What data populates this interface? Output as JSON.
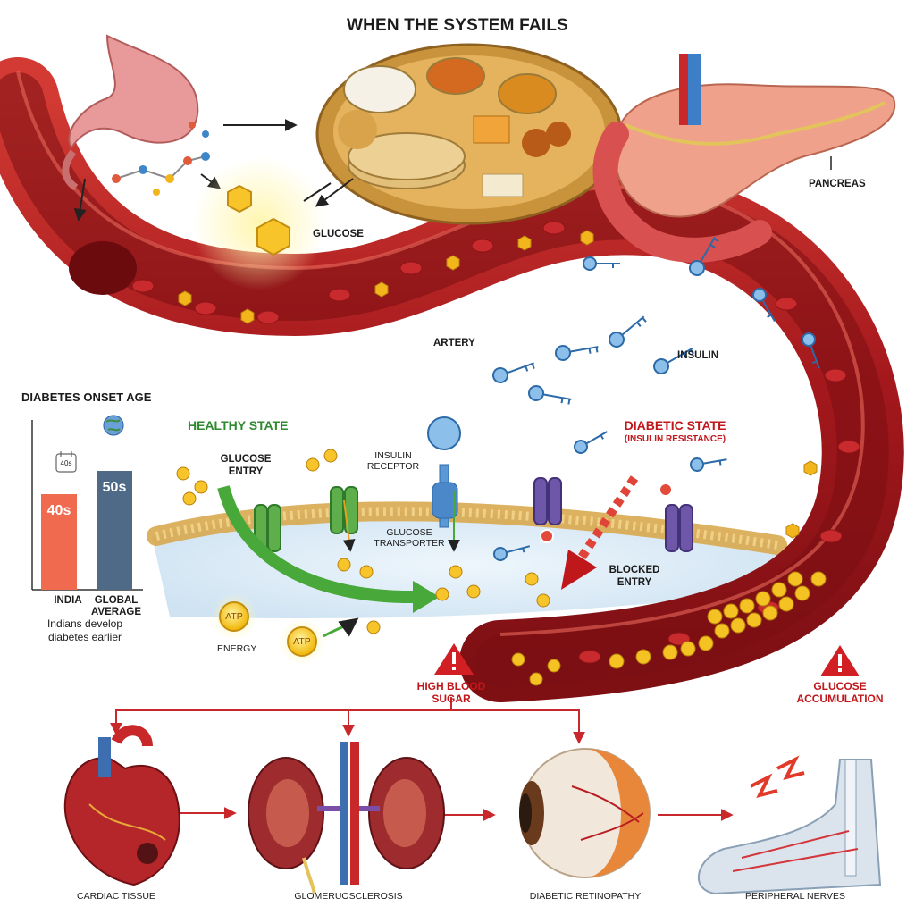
{
  "title": "WHEN THE SYSTEM FAILS",
  "labels": {
    "glucose": "GLUCOSE",
    "pancreas": "PANCREAS",
    "artery": "ARTERY",
    "insulin": "INSULIN",
    "healthy_state": "HEALTHY STATE",
    "diabetic_state": "DIABETIC STATE",
    "insulin_resistance": "(INSULIN RESISTANCE)",
    "glucose_entry_1": "GLUCOSE",
    "glucose_entry_2": "ENTRY",
    "insulin_receptor_1": "INSULIN",
    "insulin_receptor_2": "RECEPTOR",
    "glucose_transporter_1": "GLUCOSE",
    "glucose_transporter_2": "TRANSPORTER",
    "blocked_entry_1": "BLOCKED",
    "blocked_entry_2": "ENTRY",
    "atp": "ATP",
    "energy": "ENERGY",
    "high_blood_sugar_1": "HIGH BLOOD",
    "high_blood_sugar_2": "SUGAR",
    "glucose_accumulation_1": "GLUCOSE",
    "glucose_accumulation_2": "ACCUMULATION"
  },
  "inset_chart": {
    "title": "DIABETES ONSET AGE",
    "icon_badge": "40s",
    "caption_1": "Indians develop",
    "caption_2": "diabetes earlier"
  },
  "complications": [
    {
      "label": "CARDIAC TISSUE"
    },
    {
      "label": "GLOMERUOSCLEROSIS"
    },
    {
      "label": "DIABETIC RETINOPATHY"
    },
    {
      "label": "PERIPHERAL NERVES"
    }
  ],
  "colors": {
    "artery": "#b21f22",
    "blood_lumen": "#7a0f12",
    "glucose": "#f2b51c",
    "insulin": "#3f86c9",
    "healthy_green": "#2e8a2e",
    "alert_red": "#c0171b",
    "bar_india": "#ef6a4e",
    "bar_global": "#4f6a86"
  },
  "chart_data": {
    "type": "bar",
    "title": "DIABETES ONSET AGE",
    "categories": [
      "INDIA",
      "GLOBAL AVERAGE"
    ],
    "values": [
      40,
      50
    ],
    "value_labels": [
      "40s",
      "50s"
    ],
    "ylim": [
      0,
      60
    ],
    "xlabel": "",
    "ylabel": ""
  }
}
